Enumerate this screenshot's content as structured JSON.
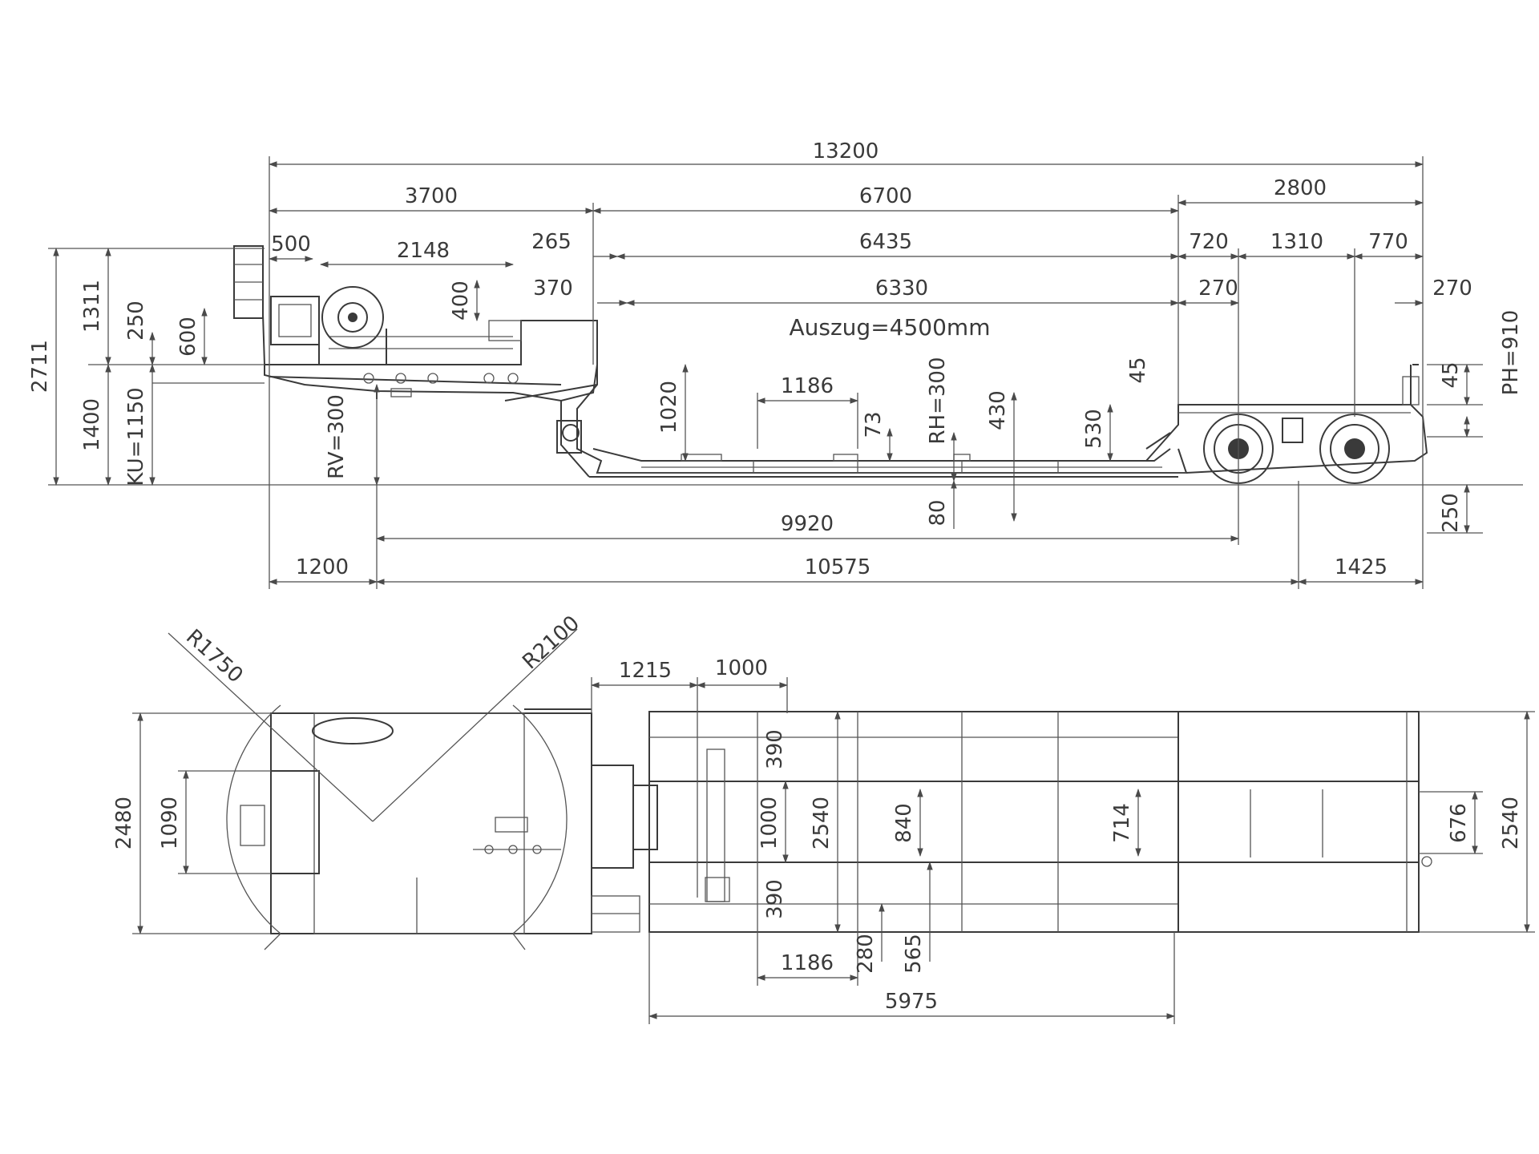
{
  "side_view": {
    "note": "Auszug=4500mm",
    "dims": {
      "d13200": "13200",
      "d3700": "3700",
      "d6700": "6700",
      "d2800": "2800",
      "d500": "500",
      "d2148": "2148",
      "d265": "265",
      "d6435": "6435",
      "d720": "720",
      "d1310": "1310",
      "d770": "770",
      "d370": "370",
      "d6330": "6330",
      "d270a": "270",
      "d270b": "270",
      "d400": "400",
      "d1186": "1186",
      "d1020": "1020",
      "d73": "73",
      "rh": "RH=300",
      "d430": "430",
      "d45a": "45",
      "d530": "530",
      "d45b": "45",
      "ph": "PH=910",
      "d2711": "2711",
      "d1311": "1311",
      "d250a": "250",
      "d600": "600",
      "d1400": "1400",
      "ku": "KU=1150",
      "rv": "RV=300",
      "d80": "80",
      "d250b": "250",
      "d9920": "9920",
      "d1200": "1200",
      "d10575": "10575",
      "d1425": "1425"
    }
  },
  "top_view": {
    "dims": {
      "r1750": "R1750",
      "r2100": "R2100",
      "d1215": "1215",
      "d1000a": "1000",
      "d2480": "2480",
      "d1090": "1090",
      "d1000b": "1000",
      "d2540a": "2540",
      "d840": "840",
      "d714": "714",
      "d676": "676",
      "d2540b": "2540",
      "d390a": "390",
      "d390b": "390",
      "d1186": "1186",
      "d280": "280",
      "d565": "565",
      "d5975": "5975"
    }
  }
}
